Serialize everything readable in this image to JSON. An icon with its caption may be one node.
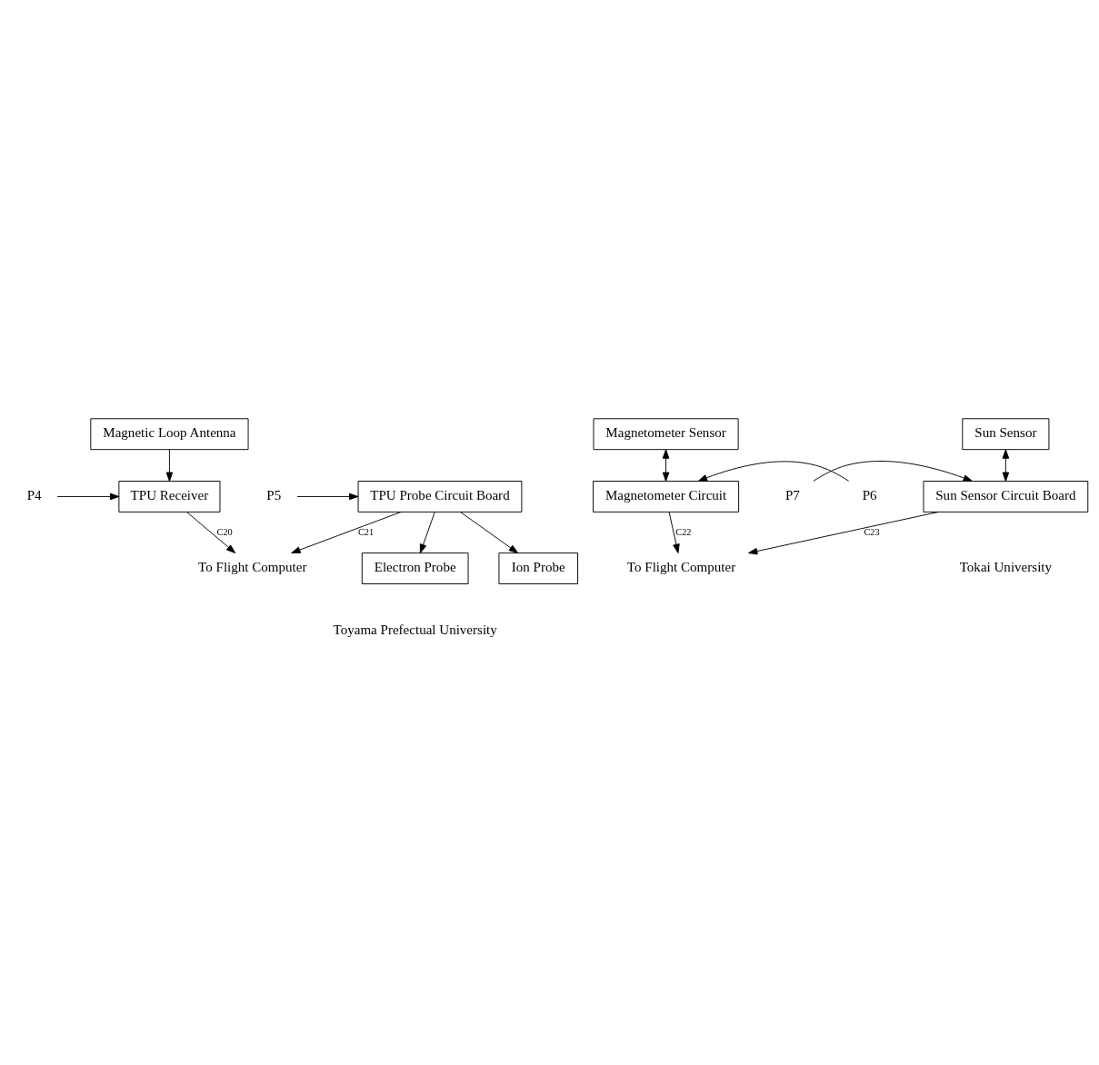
{
  "diagram": {
    "nodes": [
      {
        "text": [
          "Magnetic Loop Antenna"
        ]
      },
      {
        "text": [
          "TPU Receiver"
        ]
      },
      {
        "text": [
          "P4"
        ]
      },
      {
        "text": [
          "TPU Probe Circuit Board"
        ]
      },
      {
        "text": [
          "P5"
        ]
      },
      {
        "text": [
          "Ion Probe"
        ]
      },
      {
        "text": [
          "Electron Probe"
        ]
      },
      {
        "text": [
          "Magnetometer Sensor"
        ]
      },
      {
        "text": [
          "Magnetometer Circuit"
        ]
      },
      {
        "text": [
          "P6"
        ]
      },
      {
        "text": [
          "Sun Sensor"
        ]
      },
      {
        "text": [
          "Sun Sensor Circuit Board"
        ]
      },
      {
        "text": [
          "P7"
        ]
      },
      {
        "text": [
          "To Flight Computer"
        ]
      },
      {
        "text": [
          "To Flight Computer"
        ]
      }
    ],
    "edges": [
      {
        "from": 0,
        "to": 1,
        "arrow": "to"
      },
      {
        "from": 2,
        "to": 1,
        "arrow": "to"
      },
      {
        "from": 1,
        "to": 13,
        "arrow": "to",
        "label": "C20"
      },
      {
        "from": 4,
        "to": 3,
        "arrow": "to"
      },
      {
        "from": 3,
        "to": 13,
        "arrow": "to",
        "label": "C21"
      },
      {
        "from": 3,
        "to": 5,
        "arrow": "to"
      },
      {
        "from": 3,
        "to": 6,
        "arrow": "to"
      },
      {
        "from": 7,
        "to": 8,
        "arrow": "both"
      },
      {
        "from": 9,
        "to": 8,
        "arrow": "to"
      },
      {
        "from": 8,
        "to": 14,
        "arrow": "to",
        "label": "C22"
      },
      {
        "from": 10,
        "to": 11,
        "arrow": "both"
      },
      {
        "from": 12,
        "to": 11,
        "arrow": "to"
      },
      {
        "from": 11,
        "to": 14,
        "arrow": "to",
        "label": "C23"
      }
    ],
    "labels": [
      "Toyama Prefectual University",
      "Tokai University"
    ]
  }
}
